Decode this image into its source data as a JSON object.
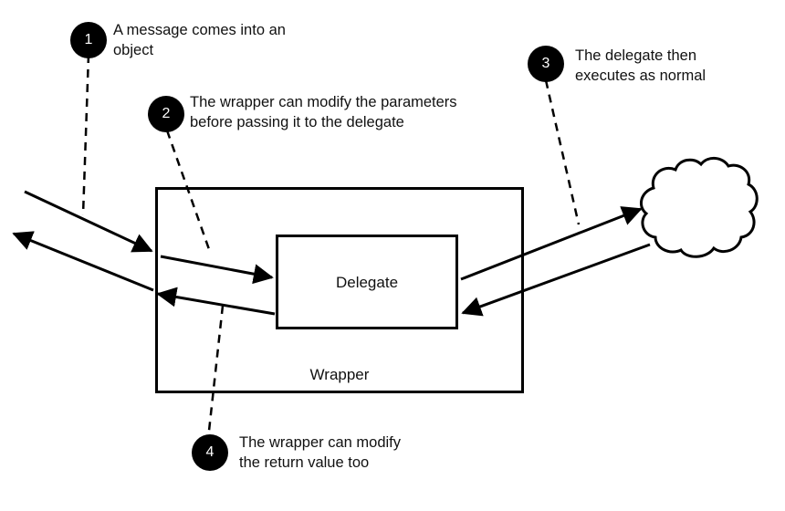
{
  "diagram": {
    "boxes": {
      "wrapper_label": "Wrapper",
      "delegate_label": "Delegate"
    },
    "steps": [
      {
        "number": "1",
        "text_lines": [
          "A message comes into an",
          "object"
        ]
      },
      {
        "number": "2",
        "text_lines": [
          "The wrapper can modify the parameters",
          "before passing it to the delegate"
        ]
      },
      {
        "number": "3",
        "text_lines": [
          "The delegate then",
          "executes as normal"
        ]
      },
      {
        "number": "4",
        "text_lines": [
          "The wrapper can modify",
          "the return value too"
        ]
      }
    ],
    "colors": {
      "stroke": "#000000",
      "badge_fill": "#000000",
      "badge_text": "#ffffff",
      "background": "#ffffff"
    }
  }
}
